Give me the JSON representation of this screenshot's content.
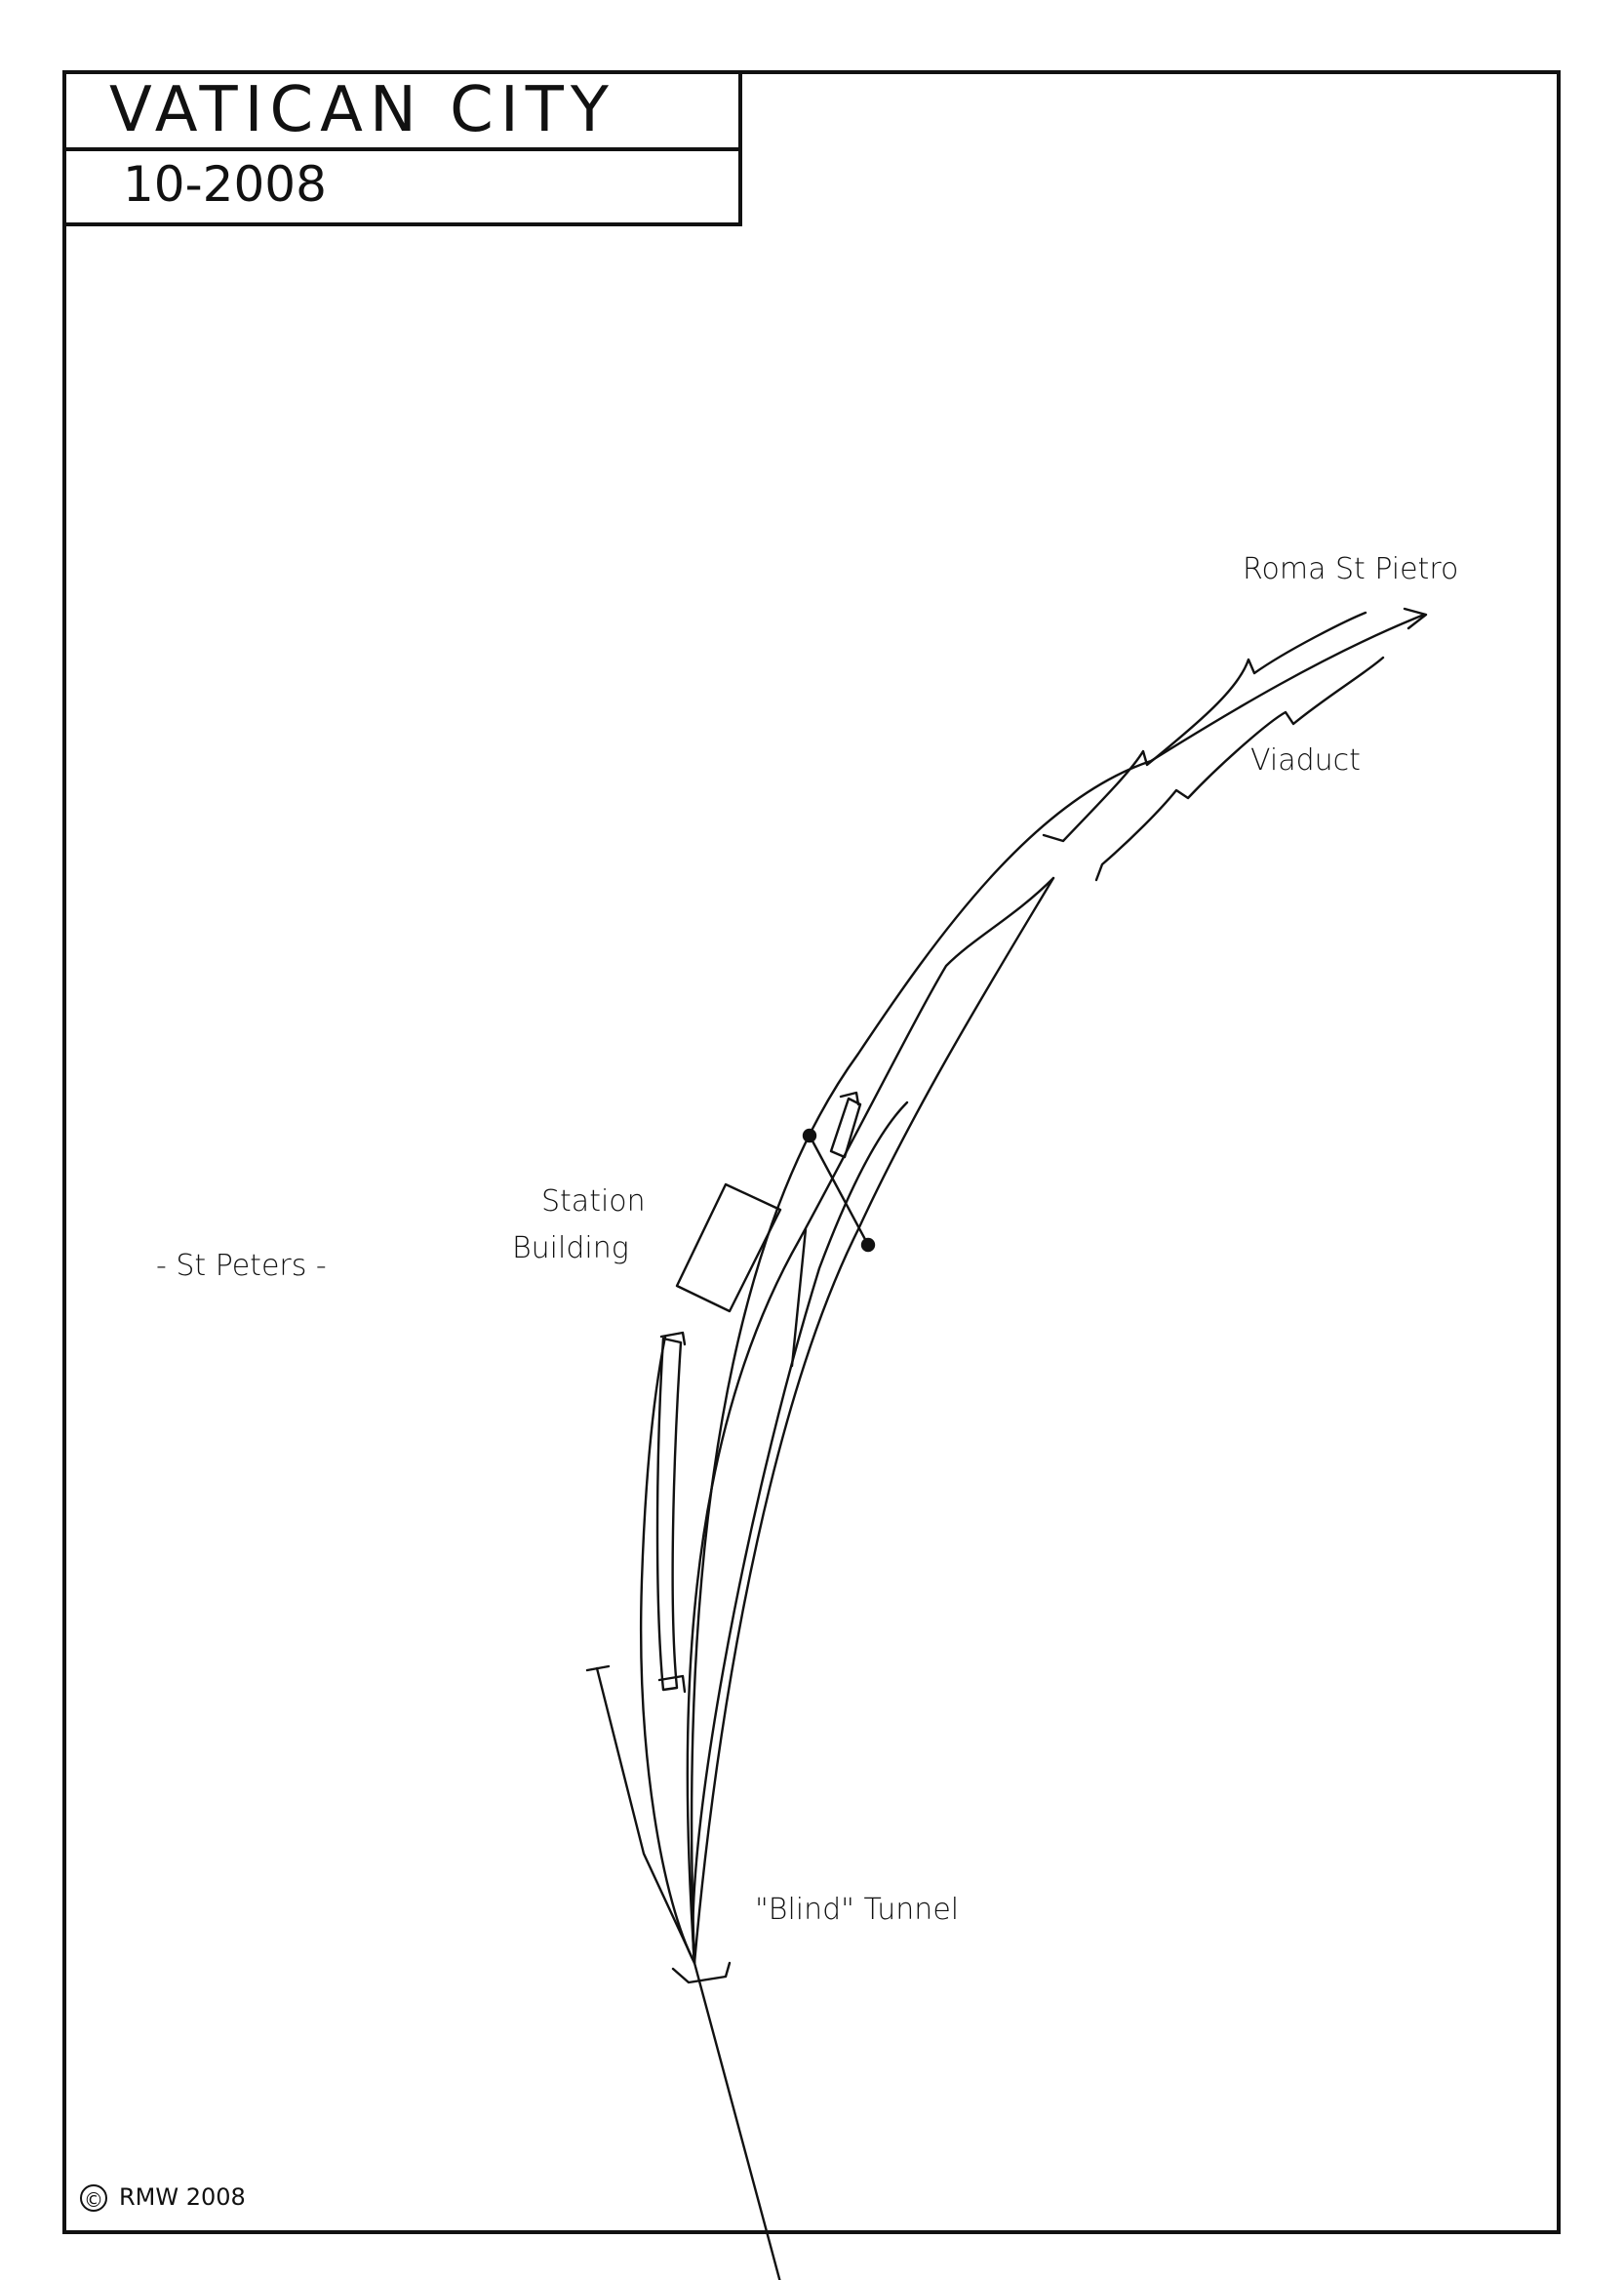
{
  "header": {
    "title": "VATICAN CITY",
    "date": "10-2008"
  },
  "labels": {
    "roma": "Roma St Pietro",
    "viaduct": "Viaduct",
    "station_line1": "Station",
    "station_line2": "Building",
    "st_peters": "- St Peters -",
    "tunnel": "\"Blind\" Tunnel"
  },
  "footer": {
    "copyright_symbol": "©",
    "copyright": "RMW 2008"
  },
  "colors": {
    "ink": "#111111",
    "paper": "#ffffff"
  }
}
